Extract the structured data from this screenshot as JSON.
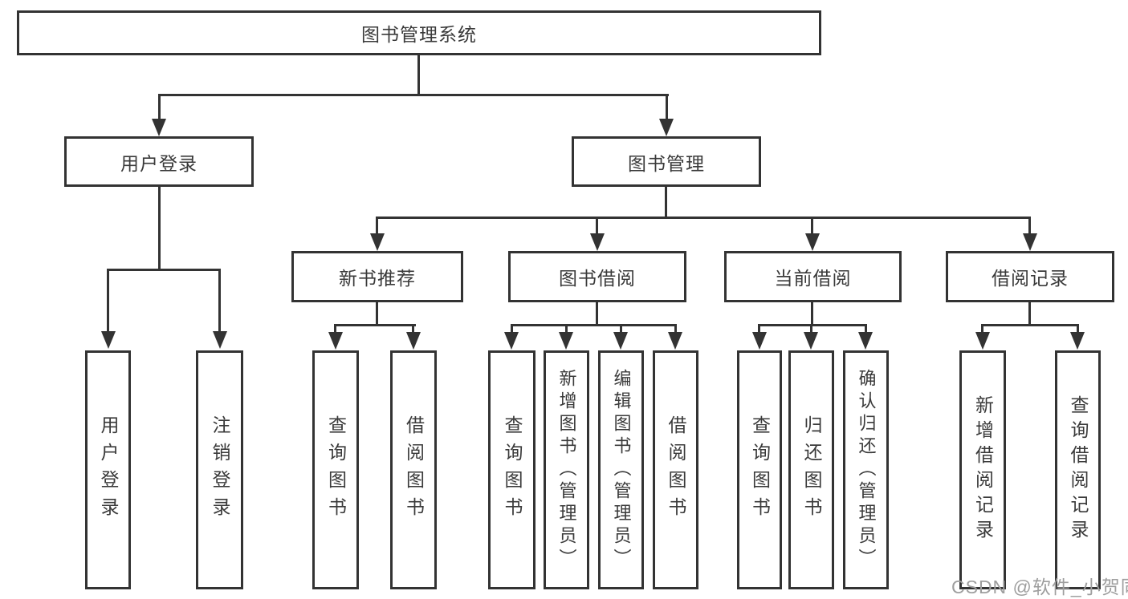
{
  "tree": {
    "root": "图书管理系统",
    "children": [
      {
        "label": "用户登录",
        "children": [
          {
            "label": "用户登录"
          },
          {
            "label": "注销登录"
          }
        ]
      },
      {
        "label": "图书管理",
        "children": [
          {
            "label": "新书推荐",
            "children": [
              {
                "label": "查询图书"
              },
              {
                "label": "借阅图书"
              }
            ]
          },
          {
            "label": "图书借阅",
            "children": [
              {
                "label": "查询图书"
              },
              {
                "label": "新增图书（管理员）"
              },
              {
                "label": "编辑图书（管理员）"
              },
              {
                "label": "借阅图书"
              }
            ]
          },
          {
            "label": "当前借阅",
            "children": [
              {
                "label": "查询图书"
              },
              {
                "label": "归还图书"
              },
              {
                "label": "确认归还（管理员）"
              }
            ]
          },
          {
            "label": "借阅记录",
            "children": [
              {
                "label": "新增借阅记录"
              },
              {
                "label": "查询借阅记录"
              }
            ]
          }
        ]
      }
    ]
  },
  "watermark": {
    "text": "CSDN @软件_小贺同学"
  },
  "colors": {
    "line": "#333333",
    "box_background": "#ffffff",
    "text": "#3a3a3a",
    "watermark": "#9e9e9e"
  }
}
